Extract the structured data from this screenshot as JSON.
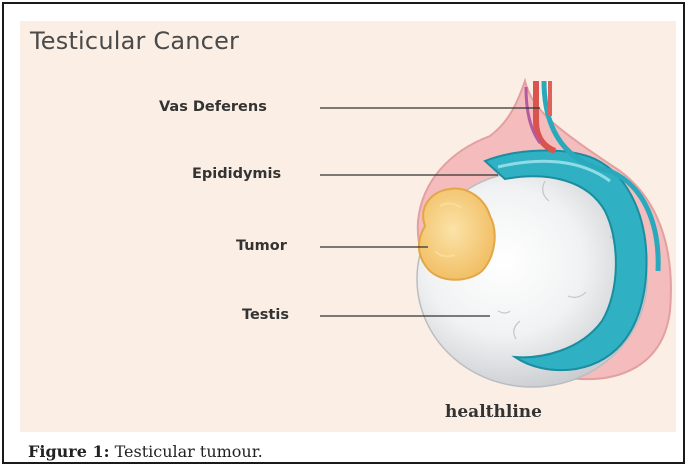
{
  "figure": {
    "title": "Testicular Cancer",
    "labels": {
      "vas_deferens": "Vas Deferens",
      "epididymis": "Epididymis",
      "tumor": "Tumor",
      "testis": "Testis"
    },
    "brand": "healthline",
    "caption_label": "Figure 1:",
    "caption_text": "Testicular tumour.",
    "colors": {
      "background": "#fbeee4",
      "scrotum": "#f2b3b3",
      "testis": "#e6e8ea",
      "epididymis": "#2aa9bd",
      "tumor": "#f7cd7e",
      "vessel_red": "#d9534f"
    }
  }
}
